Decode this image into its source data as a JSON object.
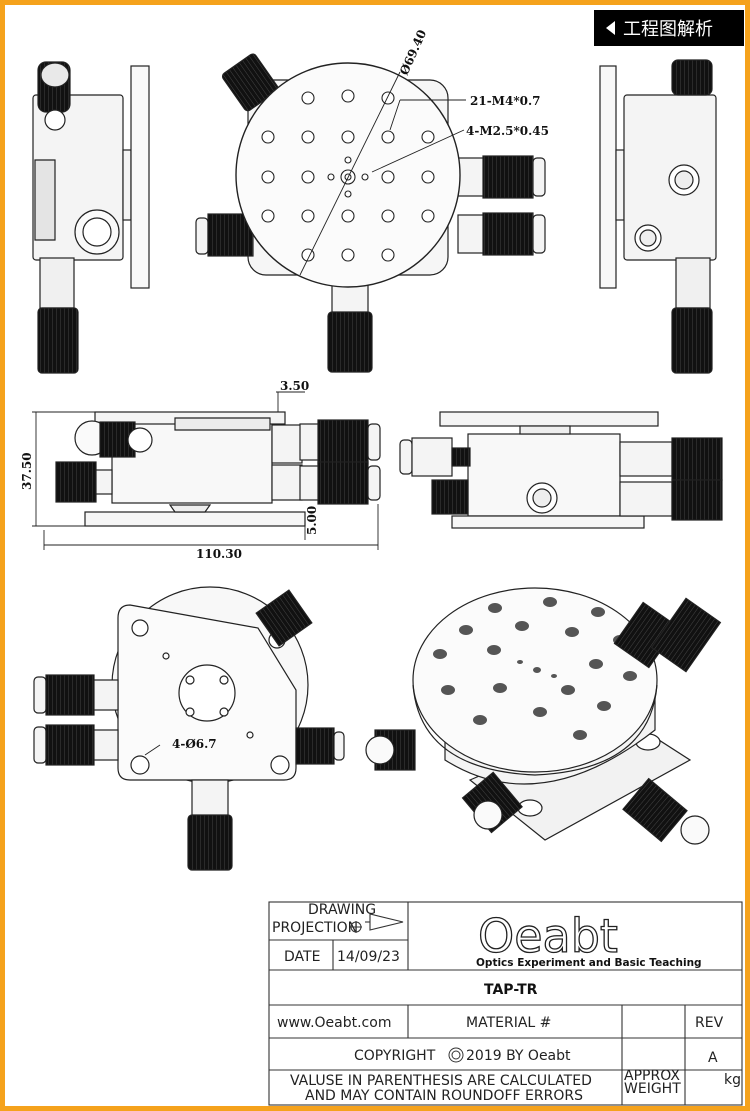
{
  "badge": {
    "label": "工程图解析",
    "icon": "triangle-left-icon"
  },
  "annotations": {
    "dia": "Ø69.40",
    "m4": "21-M4*0.7",
    "m25": "4-M2.5*0.45",
    "top": "3.50",
    "height": "37.50",
    "base": "5.00",
    "length": "110.30",
    "holes": "4-Ø6.7"
  },
  "title_block": {
    "drawing_label": "DRAWING",
    "projection_label": "PROJECTION",
    "date_label": "DATE",
    "date_value": "14/09/23",
    "logo_text": "Oeabt",
    "logo_tagline": "Optics Experiment and Basic Teaching",
    "part_name": "TAP-TR",
    "website": "www.Oeabt.com",
    "material_label": "MATERIAL  #",
    "rev_label": "REV",
    "rev_value": "A",
    "copyright_label": "COPYRIGHT",
    "copyright_suffix": "2019 BY Oeabt",
    "notice_line1": "VALUSE IN PARENTHESIS ARE CALCULATED",
    "notice_line2": "AND MAY CONTAIN ROUNDOFF ERRORS",
    "approx_line1": "APPROX",
    "approx_line2": "WEIGHT",
    "weight_unit": "kg"
  },
  "colors": {
    "frame": "#f5a21c",
    "badge_bg": "#000000",
    "knob": "#1a1a1a",
    "metal": "#f2f2f2",
    "line": "#222222"
  }
}
